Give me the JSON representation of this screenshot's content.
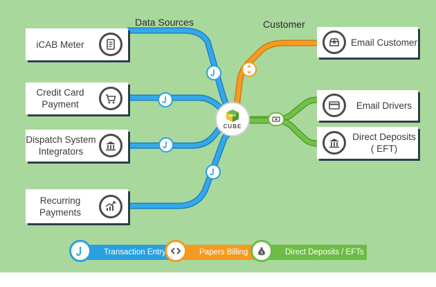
{
  "headers": {
    "data_sources": "Data Sources",
    "customer": "Customer"
  },
  "hub": {
    "label": "CUBE"
  },
  "sources": [
    {
      "label": "iCAB Meter",
      "icon": "meter-icon"
    },
    {
      "label": "Credit Card Payment",
      "icon": "shopping-cart-icon"
    },
    {
      "label": "Dispatch System Integrators",
      "icon": "bank-icon"
    },
    {
      "label": "Recurring Payments",
      "icon": "chart-growth-icon"
    }
  ],
  "targets": [
    {
      "label": "Email Customer",
      "icon": "email-inbox-icon"
    },
    {
      "label": "Email Drivers",
      "icon": "card-icon"
    },
    {
      "label": "Direct Deposits ( EFT)",
      "icon": "bank-icon"
    }
  ],
  "legend": [
    {
      "label": "Transaction Entry",
      "color": "#2aa0e0",
      "icon": "hook-icon"
    },
    {
      "label": "Papers Billing",
      "color": "#f39a1f",
      "icon": "code-arrows-icon"
    },
    {
      "label": "Direct Deposits / EFTs",
      "color": "#6dbb45",
      "icon": "money-bag-icon"
    }
  ],
  "colors": {
    "background": "#a9d89c",
    "transaction": "#2aa0e0",
    "billing": "#f39a1f",
    "deposit": "#6dbb45"
  }
}
